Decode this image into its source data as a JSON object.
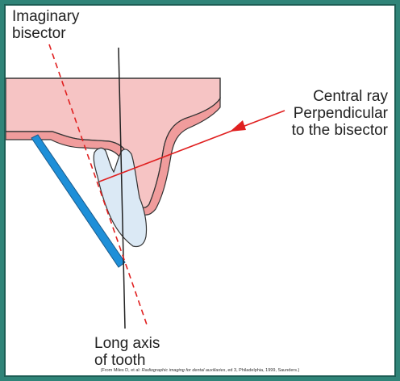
{
  "labels": {
    "bisector": [
      "Imaginary",
      "bisector"
    ],
    "central_ray": [
      "Central ray",
      "Perpendicular",
      "to the bisector"
    ],
    "long_axis": [
      "Long axis",
      "of tooth"
    ]
  },
  "credit": {
    "prefix": "(From Miles D, et al: ",
    "title": "Radiographic imaging for dental auxiliaries",
    "suffix": ", ed 3, Philadelphia, 1999, Saunders.)"
  },
  "colors": {
    "border": "#2f8478",
    "palate": "#f6c4c4",
    "gingiva": "#f09c9c",
    "tooth": "#dbe9f5",
    "film": "#1e8fd8",
    "ray": "#e02020",
    "outline": "#333333"
  }
}
